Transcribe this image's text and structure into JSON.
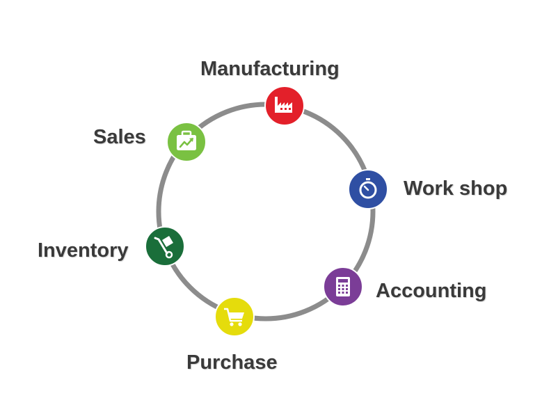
{
  "modules": [
    {
      "id": "manufacturing",
      "label": "Manufacturing",
      "color": "#e3202a",
      "icon": "factory-icon"
    },
    {
      "id": "workshop",
      "label": "Work shop",
      "color": "#2f4fa3",
      "icon": "stopwatch-icon"
    },
    {
      "id": "accounting",
      "label": "Accounting",
      "color": "#7b3d97",
      "icon": "calculator-icon"
    },
    {
      "id": "purchase",
      "label": "Purchase",
      "color": "#e5dc0c",
      "icon": "shopping-cart-icon"
    },
    {
      "id": "inventory",
      "label": "Inventory",
      "color": "#1a6e3a",
      "icon": "hand-truck-icon"
    },
    {
      "id": "sales",
      "label": "Sales",
      "color": "#7ac142",
      "icon": "briefcase-chart-icon"
    }
  ],
  "ring_color": "#8c8c8c"
}
